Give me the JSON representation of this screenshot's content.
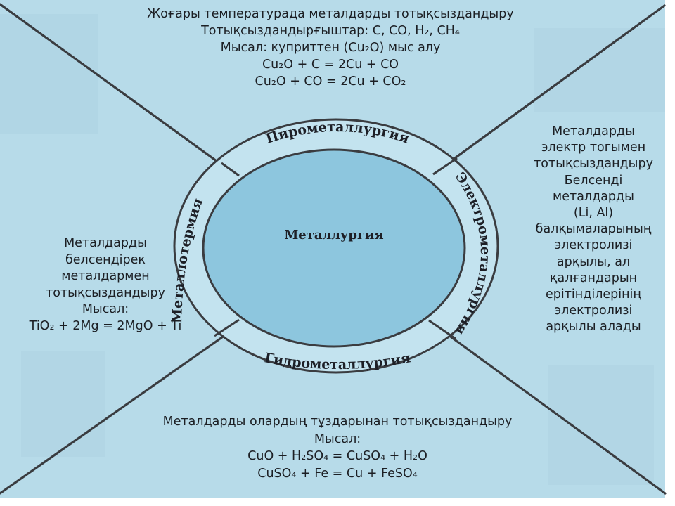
{
  "center_label": "Металлургия",
  "ring_labels": {
    "top": "Пирометаллургия",
    "right": "Электрометаллургия",
    "bottom": "Гидрометаллургия",
    "left": "Металлотермия"
  },
  "top_block": {
    "line1": "Жоғары температурада металдарды тотықсыздандыру",
    "line2": "Тотықсыздандырғыштар: С, СО, Н₂, СН₄",
    "line3": "Мысал: куприттен (Cu₂O) мыс  алу",
    "line4": "Cu₂O + C = 2Cu + CO",
    "line5": "Cu₂O + CO = 2Cu + CO₂"
  },
  "right_block": {
    "lines": [
      "Металдарды",
      "электр тогымен",
      "тотықсыздандыру",
      "Белсенді",
      "металдарды",
      "(Li,  Al)",
      "балқымаларының",
      "электролизі",
      "арқылы,  ал",
      "қалғандарын",
      "ерітінділерінің",
      "электролизі",
      "арқылы алады"
    ]
  },
  "left_block": {
    "line1": "Металдарды",
    "line2": "белсендірек",
    "line3": "металдармен",
    "line4": "тотықсыздандыру",
    "line5": "Мысал:",
    "line6": "TiO₂ + 2Mg = 2MgO + Ti"
  },
  "bottom_block": {
    "line1": "Металдарды олардың тұздарынан тотықсыздандыру",
    "line2": "Мысал:",
    "line3": "CuO + H₂SO₄ = CuSO₄ + H₂O",
    "line4": "CuSO₄ + Fe = Cu + FeSO₄"
  },
  "colors": {
    "background": "#b7dbe9",
    "ring_fill": "#c3e3ef",
    "inner_fill": "#8dc6de",
    "line": "#3a3c40",
    "text": "#1e2024"
  }
}
